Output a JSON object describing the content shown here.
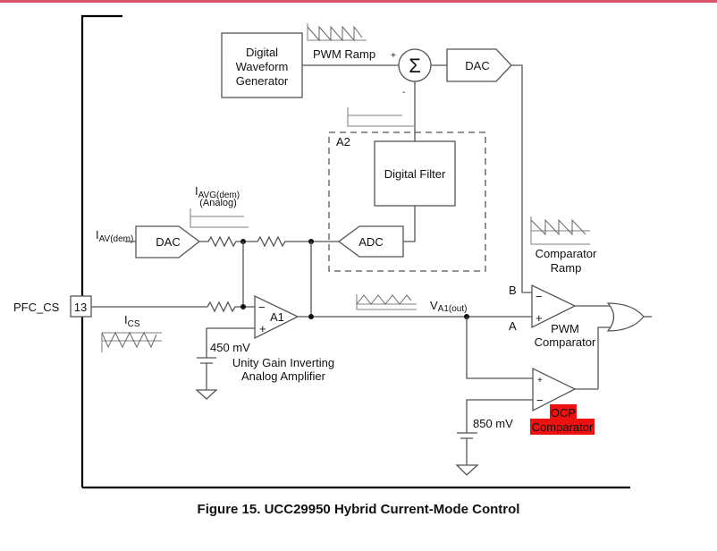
{
  "figure": {
    "caption": "Figure 15.  UCC29950 Hybrid Current-Mode Control"
  },
  "blocks": {
    "waveform_generator": [
      "Digital",
      "Waveform",
      "Generator"
    ],
    "dac_top": "DAC",
    "dac_left": "DAC",
    "adc": "ADC",
    "digital_filter": "Digital Filter",
    "summer_symbol": "Σ",
    "amplifier": "A1",
    "a2_group": "A2"
  },
  "labels": {
    "pwm_ramp": "PWM Ramp",
    "sum_plus": "+",
    "sum_minus": "-",
    "iavg_main": "I",
    "iavg_sub": "AVG(dem)",
    "iavg_analog": "(Analog)",
    "iav_main": "I",
    "iav_sub": "AV(dem)",
    "pin_name": "PFC_CS",
    "pin_number": "13",
    "ics_main": "I",
    "ics_sub": "CS",
    "ref_450": "450 mV",
    "amp_desc": [
      "Unity Gain Inverting",
      "Analog Amplifier"
    ],
    "va1_main": "V",
    "va1_sub": "A1(out)",
    "node_a": "A",
    "node_b": "B",
    "comparator_ramp": [
      "Comparator",
      "Ramp"
    ],
    "pwm_comparator": [
      "PWM",
      "Comparator"
    ],
    "ref_850": "850 mV",
    "ocp_comparator": [
      "OCP",
      "Comparator"
    ],
    "opamp_minus": "−",
    "opamp_plus": "+"
  },
  "colors": {
    "highlight": "#ee1111",
    "top_bar": "#d9566a"
  }
}
